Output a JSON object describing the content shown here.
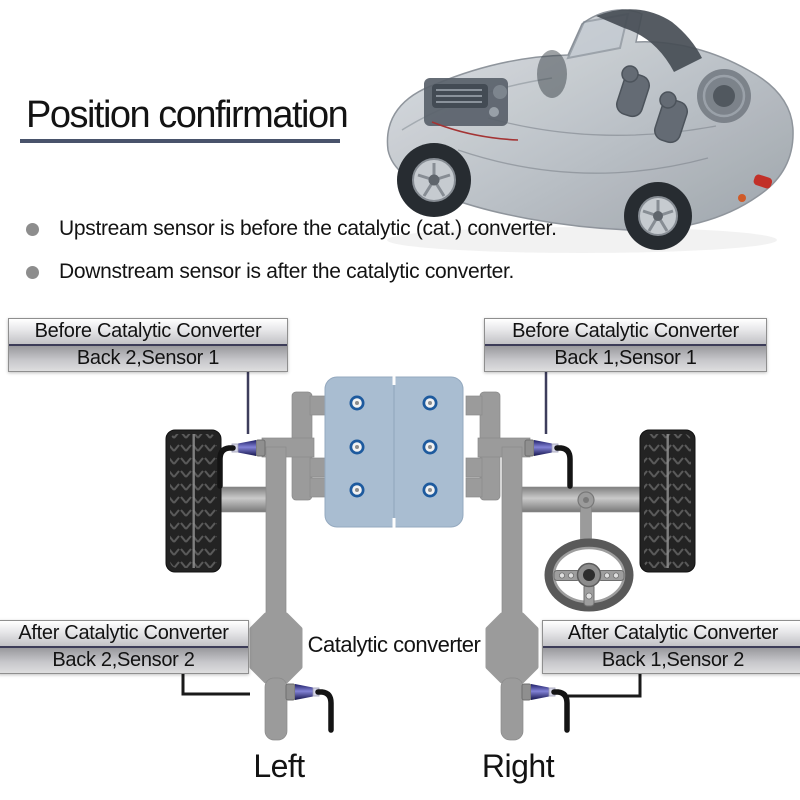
{
  "title": "Position confirmation",
  "bullets": [
    {
      "text": "Upstream sensor is before the catalytic (cat.) converter."
    },
    {
      "text": "Downstream sensor is after the catalytic converter."
    }
  ],
  "sensor_labels": {
    "top_left": {
      "line1": "Before Catalytic Converter",
      "line2": "Back 2,Sensor 1"
    },
    "top_right": {
      "line1": "Before Catalytic Converter",
      "line2": "Back 1,Sensor 1"
    },
    "bottom_left": {
      "line1": "After Catalytic Converter",
      "line2": "Back 2,Sensor 2"
    },
    "bottom_right": {
      "line1": "After Catalytic Converter",
      "line2": "Back 1,Sensor 2"
    }
  },
  "diagram": {
    "catalytic_converter_label": "Catalytic converter",
    "left_label": "Left",
    "right_label": "Right"
  },
  "colors": {
    "underline": "#49536b",
    "pipe_gray": "#9b9b9b",
    "engine_blue_gray": "#a9bdd1",
    "bolt_blue": "#1d5a9e",
    "sensor_indigo": "#3c3c9e",
    "tire_black": "#232323",
    "label_divider_navy": "#3c3c58",
    "text_black": "#161616"
  }
}
